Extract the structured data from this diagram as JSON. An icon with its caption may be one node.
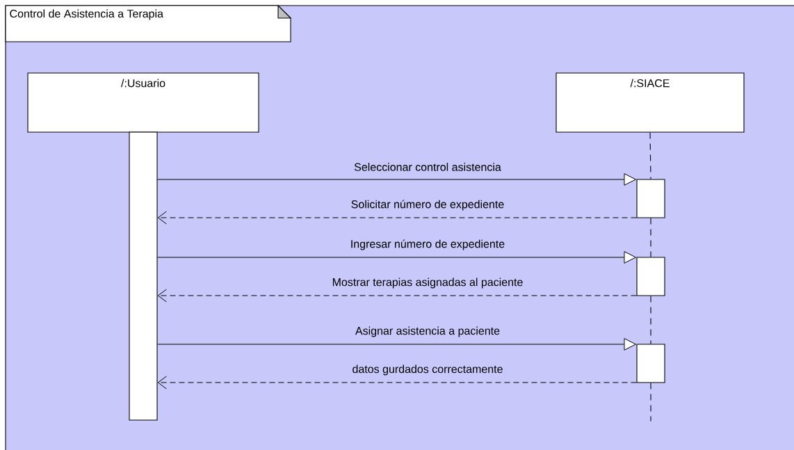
{
  "diagram": {
    "nodes": [
      {
        "text": [
          "Control de Asistencia a Terapia"
        ]
      },
      {
        "text": [
          "/:Usuario"
        ],
        "in": 0
      },
      {
        "text": [
          "/:SIACE"
        ],
        "in": 0
      },
      {
        "text": [],
        "shape": "bar",
        "in": 0
      },
      {
        "text": [],
        "shape": "bar",
        "in": 0
      },
      {
        "text": [],
        "shape": "bar",
        "in": 0
      },
      {
        "text": [],
        "shape": "bar",
        "in": 0
      }
    ],
    "edges": [
      {
        "from": 3,
        "to": 4,
        "arrow": "to",
        "label": "Seleccionar control asistencia"
      },
      {
        "from": 4,
        "to": 3,
        "arrow": "to",
        "style": "dashed",
        "label": "Solicitar número de expediente"
      },
      {
        "from": 3,
        "to": 5,
        "arrow": "to",
        "label": "Ingresar número de expediente"
      },
      {
        "from": 5,
        "to": 3,
        "arrow": "to",
        "style": "dashed",
        "label": "Mostrar terapias asignadas al paciente"
      },
      {
        "from": 3,
        "to": 6,
        "arrow": "to",
        "label": "Asignar asistencia a paciente"
      },
      {
        "from": 6,
        "to": 3,
        "arrow": "to",
        "style": "dashed",
        "label": "datos gurdados correctamente"
      },
      {
        "from": 2,
        "to": 4,
        "arrow": "none",
        "style": "dashed"
      },
      {
        "from": 4,
        "to": 5,
        "arrow": "none",
        "style": "dashed"
      },
      {
        "from": 5,
        "to": 6,
        "arrow": "none",
        "style": "dashed"
      },
      {
        "from": 6,
        "to": null,
        "arrow": "none",
        "style": "dashed"
      }
    ]
  }
}
